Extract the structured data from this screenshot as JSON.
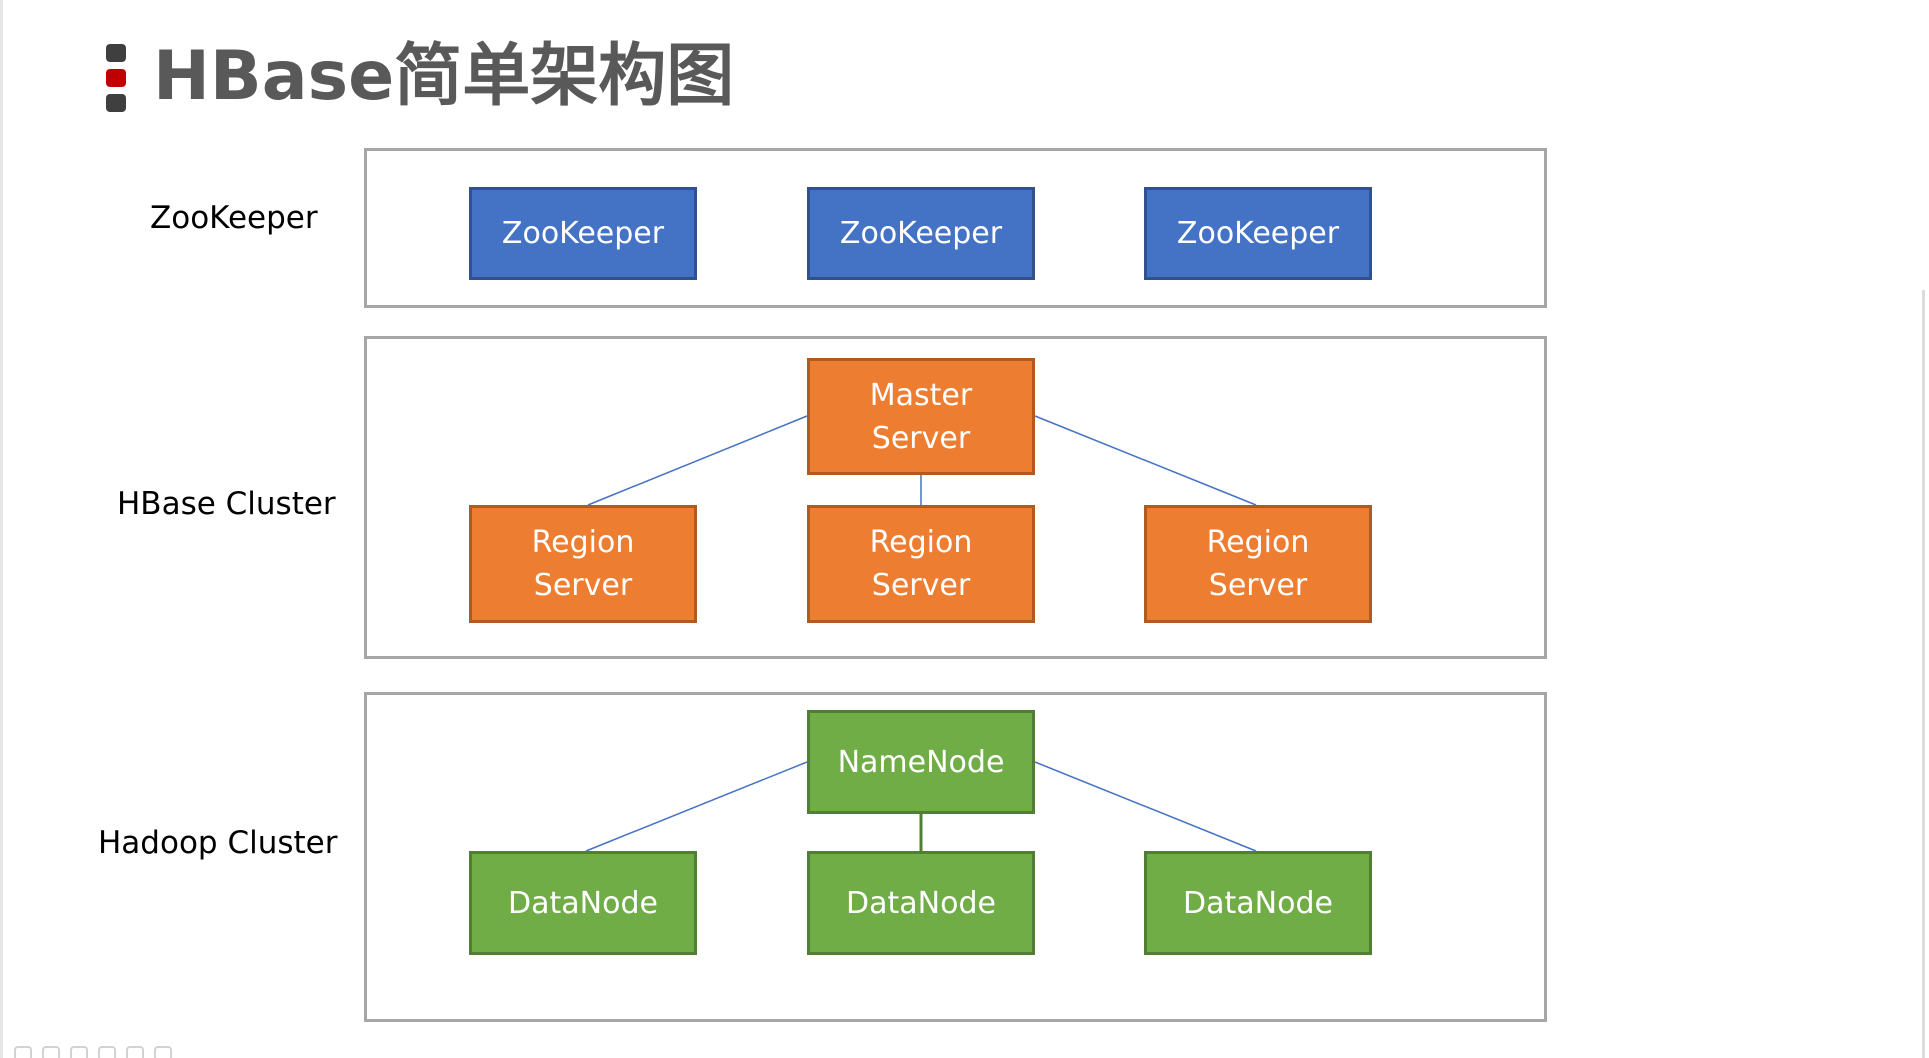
{
  "page": {
    "title": "HBase简单架构图"
  },
  "layers": {
    "zookeeper": {
      "label": "ZooKeeper",
      "nodes": [
        "ZooKeeper",
        "ZooKeeper",
        "ZooKeeper"
      ]
    },
    "hbase": {
      "label": "HBase Cluster",
      "master": "Master\nServer",
      "regions": [
        "Region\nServer",
        "Region\nServer",
        "Region\nServer"
      ]
    },
    "hadoop": {
      "label": "Hadoop Cluster",
      "namenode": "NameNode",
      "datanodes": [
        "DataNode",
        "DataNode",
        "DataNode"
      ]
    }
  },
  "colors": {
    "zookeeper_fill": "#4472c4",
    "hbase_fill": "#ed7d31",
    "hadoop_fill": "#70ad47",
    "connector_blue": "#4472c4",
    "connector_green": "#507e32",
    "title_text": "#595959",
    "title_accent": "#c00000"
  },
  "toolbar": {
    "icons": [
      "pen-icon",
      "slide-icon",
      "loop-icon",
      "zoom-icon",
      "pointer-icon",
      "more-icon"
    ]
  }
}
